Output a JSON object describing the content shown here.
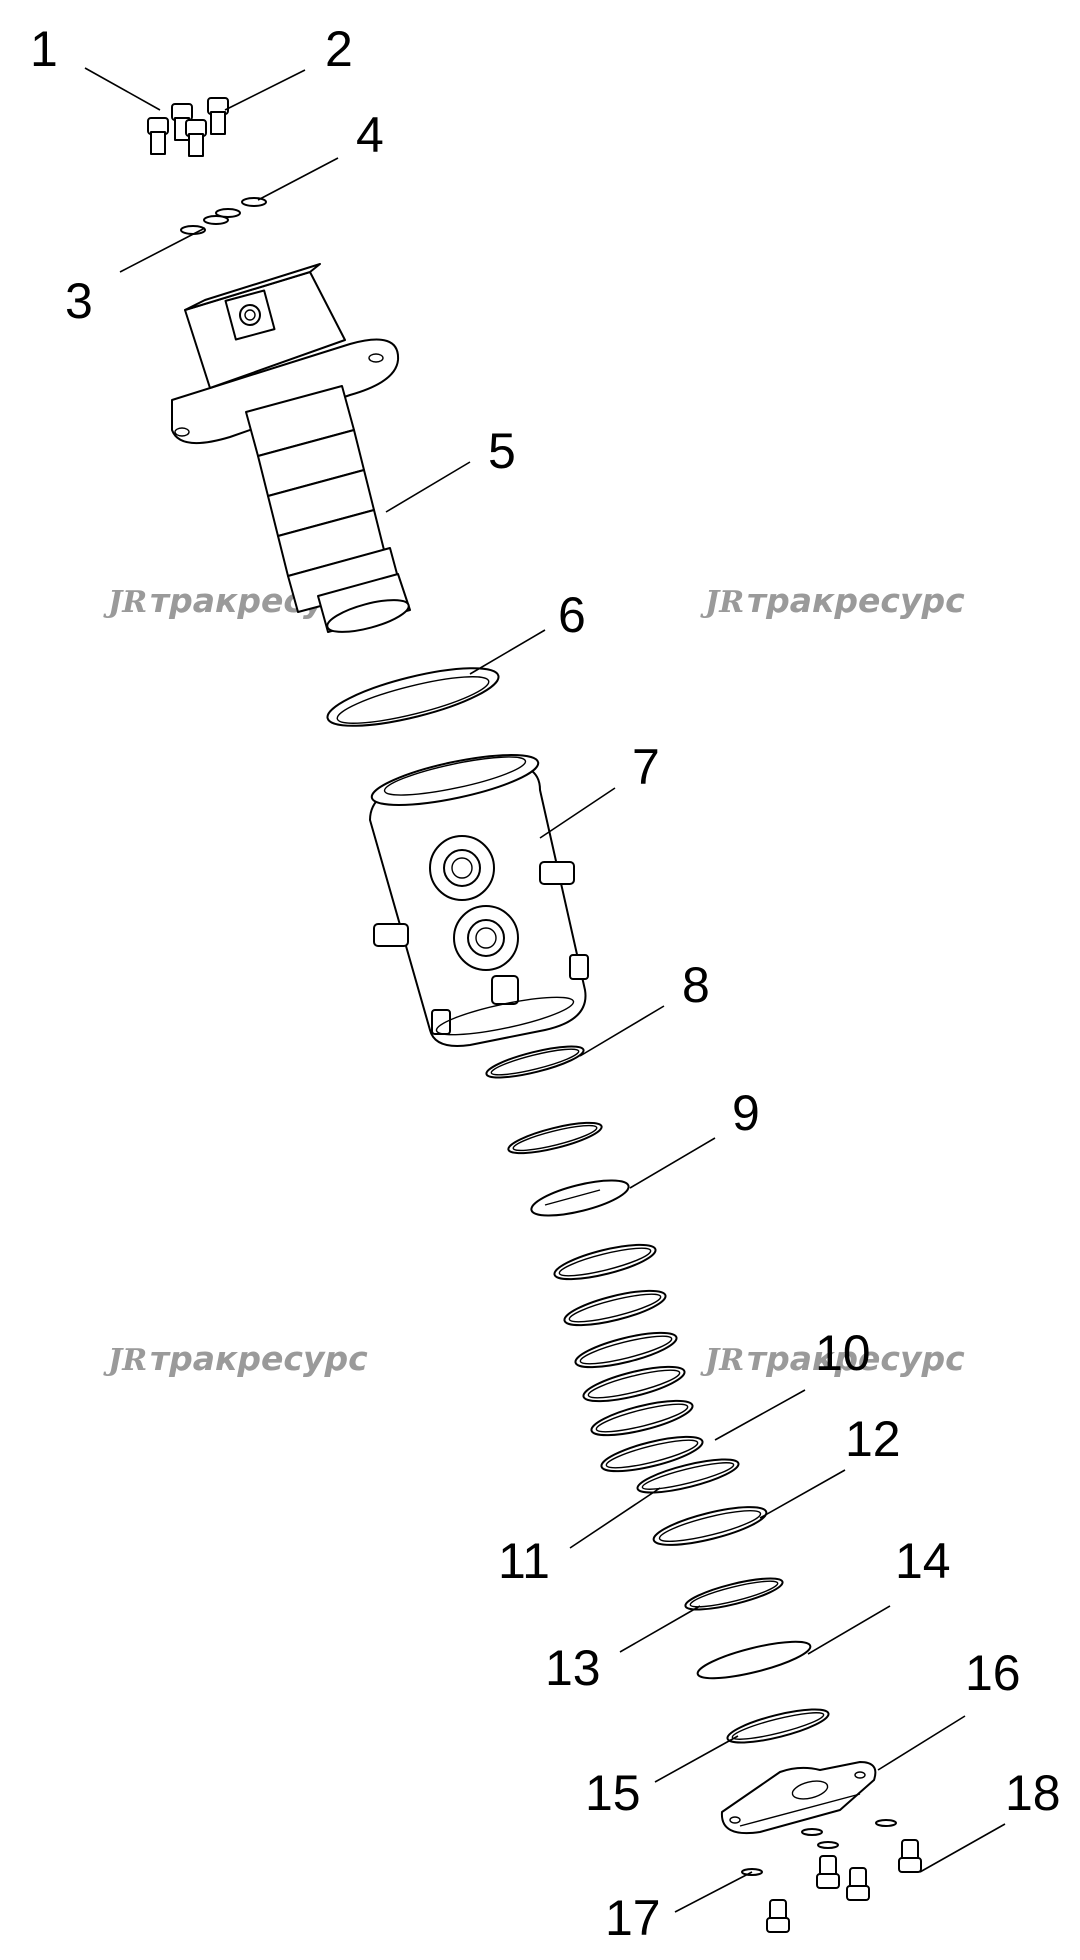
{
  "watermark": {
    "logo": "JR",
    "text": "тракресурс"
  },
  "callouts": [
    "1",
    "2",
    "3",
    "4",
    "5",
    "6",
    "7",
    "8",
    "9",
    "10",
    "11",
    "12",
    "13",
    "14",
    "15",
    "16",
    "17",
    "18"
  ]
}
